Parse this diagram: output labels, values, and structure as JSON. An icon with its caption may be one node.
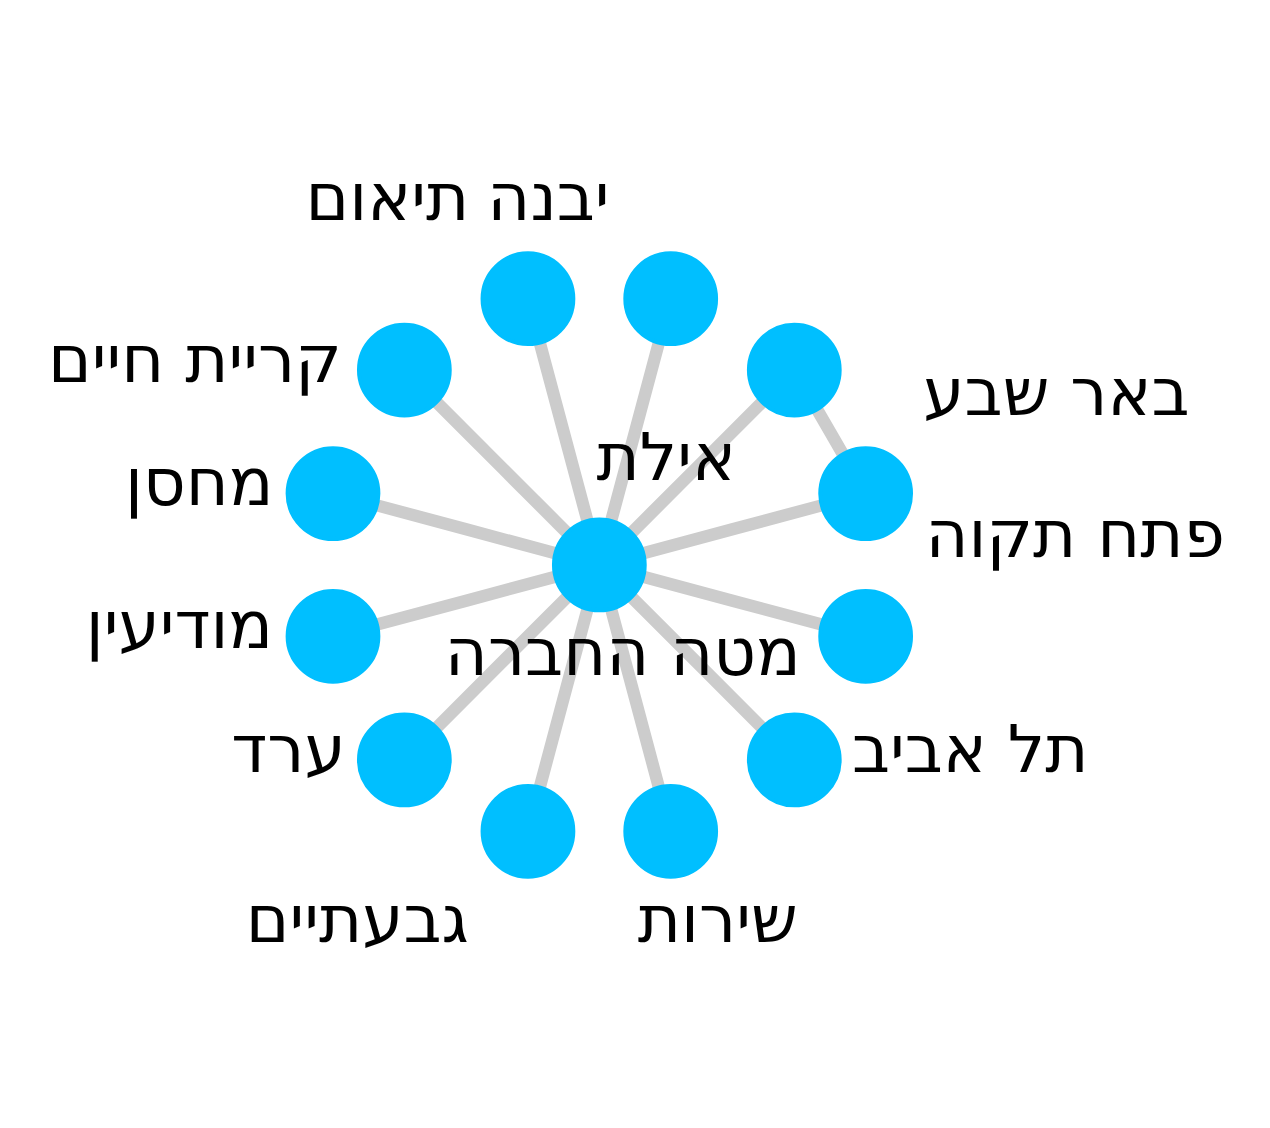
{
  "diagram": {
    "nodes": [
      {
        "text": [
          "באר שבע"
        ]
      },
      {
        "text": [
          "יבנה"
        ]
      },
      {
        "text": [
          "אילת"
        ]
      },
      {
        "text": [
          "תיאום"
        ]
      },
      {
        "text": [
          "קריית חיים"
        ]
      },
      {
        "text": [
          "מחסן"
        ]
      },
      {
        "text": [
          "מטה החברה"
        ]
      },
      {
        "text": [
          "מודיעין"
        ]
      },
      {
        "text": [
          "ערד"
        ]
      },
      {
        "text": [
          "גבעתיים"
        ]
      },
      {
        "text": [
          "שירות"
        ]
      },
      {
        "text": [
          "תל אביב"
        ]
      },
      {
        "text": [
          "פתח תקוה"
        ]
      }
    ],
    "edges": [
      {
        "from": 6,
        "to": 0,
        "arrow": "none"
      },
      {
        "from": 6,
        "to": 2,
        "arrow": "none"
      },
      {
        "from": 0,
        "to": 2,
        "arrow": "none"
      },
      {
        "from": 6,
        "to": 1,
        "arrow": "none"
      },
      {
        "from": 6,
        "to": 3,
        "arrow": "none"
      },
      {
        "from": 6,
        "to": 4,
        "arrow": "none"
      },
      {
        "from": 6,
        "to": 5,
        "arrow": "none"
      },
      {
        "from": 6,
        "to": 7,
        "arrow": "none"
      },
      {
        "from": 6,
        "to": 8,
        "arrow": "none"
      },
      {
        "from": 6,
        "to": 9,
        "arrow": "none"
      },
      {
        "from": 6,
        "to": 10,
        "arrow": "none"
      },
      {
        "from": 6,
        "to": 11,
        "arrow": "none"
      },
      {
        "from": 6,
        "to": 12,
        "arrow": "none"
      }
    ]
  }
}
